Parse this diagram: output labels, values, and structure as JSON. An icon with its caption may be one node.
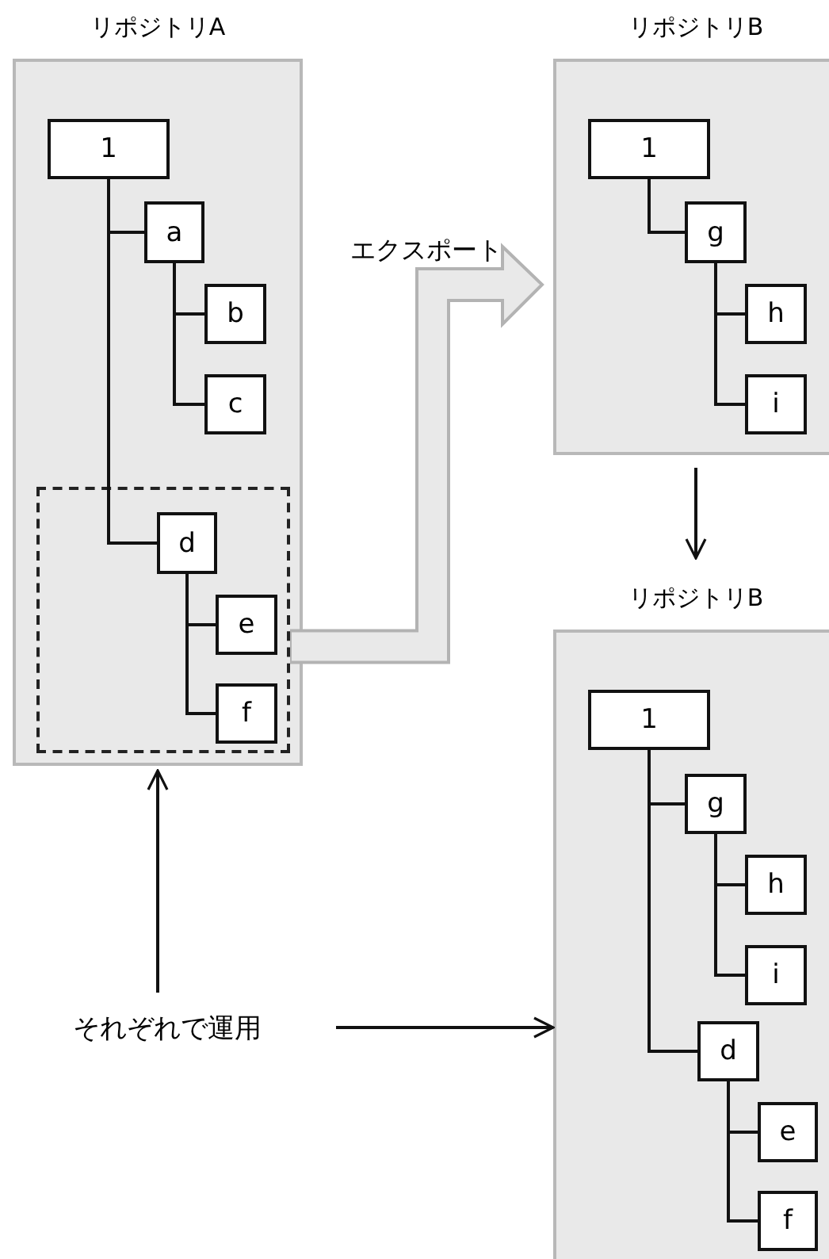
{
  "diagram": {
    "nodes": [
      {
        "text": [
          "リポジトリA"
        ]
      },
      {
        "text": [
          "1"
        ],
        "in": 0
      },
      {
        "text": [
          "a"
        ],
        "in": 0
      },
      {
        "text": [
          "b"
        ],
        "in": 0
      },
      {
        "text": [
          "c"
        ],
        "in": 0
      },
      {
        "text": [],
        "shape": "box",
        "in": 0
      },
      {
        "text": [
          "d"
        ],
        "in": 5
      },
      {
        "text": [
          "e"
        ],
        "in": 5
      },
      {
        "text": [
          "f"
        ],
        "in": 5
      },
      {
        "text": [
          "リポジトリB"
        ]
      },
      {
        "text": [
          "1"
        ],
        "in": 9
      },
      {
        "text": [
          "g"
        ],
        "in": 9
      },
      {
        "text": [
          "h"
        ],
        "in": 9
      },
      {
        "text": [
          "i"
        ],
        "in": 9
      },
      {
        "text": [
          "リポジトリB"
        ]
      },
      {
        "text": [
          "1"
        ],
        "in": 14
      },
      {
        "text": [
          "g"
        ],
        "in": 14
      },
      {
        "text": [
          "h"
        ],
        "in": 14
      },
      {
        "text": [
          "i"
        ],
        "in": 14
      },
      {
        "text": [
          "d"
        ],
        "in": 14
      },
      {
        "text": [
          "e"
        ],
        "in": 14
      },
      {
        "text": [
          "f"
        ],
        "in": 14
      },
      {
        "text": [
          "それぞれで運用"
        ]
      }
    ],
    "edges": [
      {
        "from": 1,
        "to": 2,
        "arrow": "none"
      },
      {
        "from": 2,
        "to": 3,
        "arrow": "none"
      },
      {
        "from": 2,
        "to": 4,
        "arrow": "none"
      },
      {
        "from": 1,
        "to": 6,
        "arrow": "none"
      },
      {
        "from": 6,
        "to": 7,
        "arrow": "none"
      },
      {
        "from": 6,
        "to": 8,
        "arrow": "none"
      },
      {
        "from": 5,
        "to": 9,
        "arrow": "to",
        "label": "エクスポート",
        "style": "thick",
        "color": "#b3b3b3"
      },
      {
        "from": 10,
        "to": 11,
        "arrow": "none"
      },
      {
        "from": 11,
        "to": 12,
        "arrow": "none"
      },
      {
        "from": 11,
        "to": 13,
        "arrow": "none"
      },
      {
        "from": 9,
        "to": 14,
        "arrow": "to"
      },
      {
        "from": 15,
        "to": 16,
        "arrow": "none"
      },
      {
        "from": 16,
        "to": 17,
        "arrow": "none"
      },
      {
        "from": 16,
        "to": 18,
        "arrow": "none"
      },
      {
        "from": 15,
        "to": 19,
        "arrow": "none"
      },
      {
        "from": 19,
        "to": 20,
        "arrow": "none"
      },
      {
        "from": 19,
        "to": 21,
        "arrow": "none"
      },
      {
        "from": 22,
        "to": 0,
        "arrow": "to"
      },
      {
        "from": 22,
        "to": 14,
        "arrow": "to"
      }
    ]
  }
}
